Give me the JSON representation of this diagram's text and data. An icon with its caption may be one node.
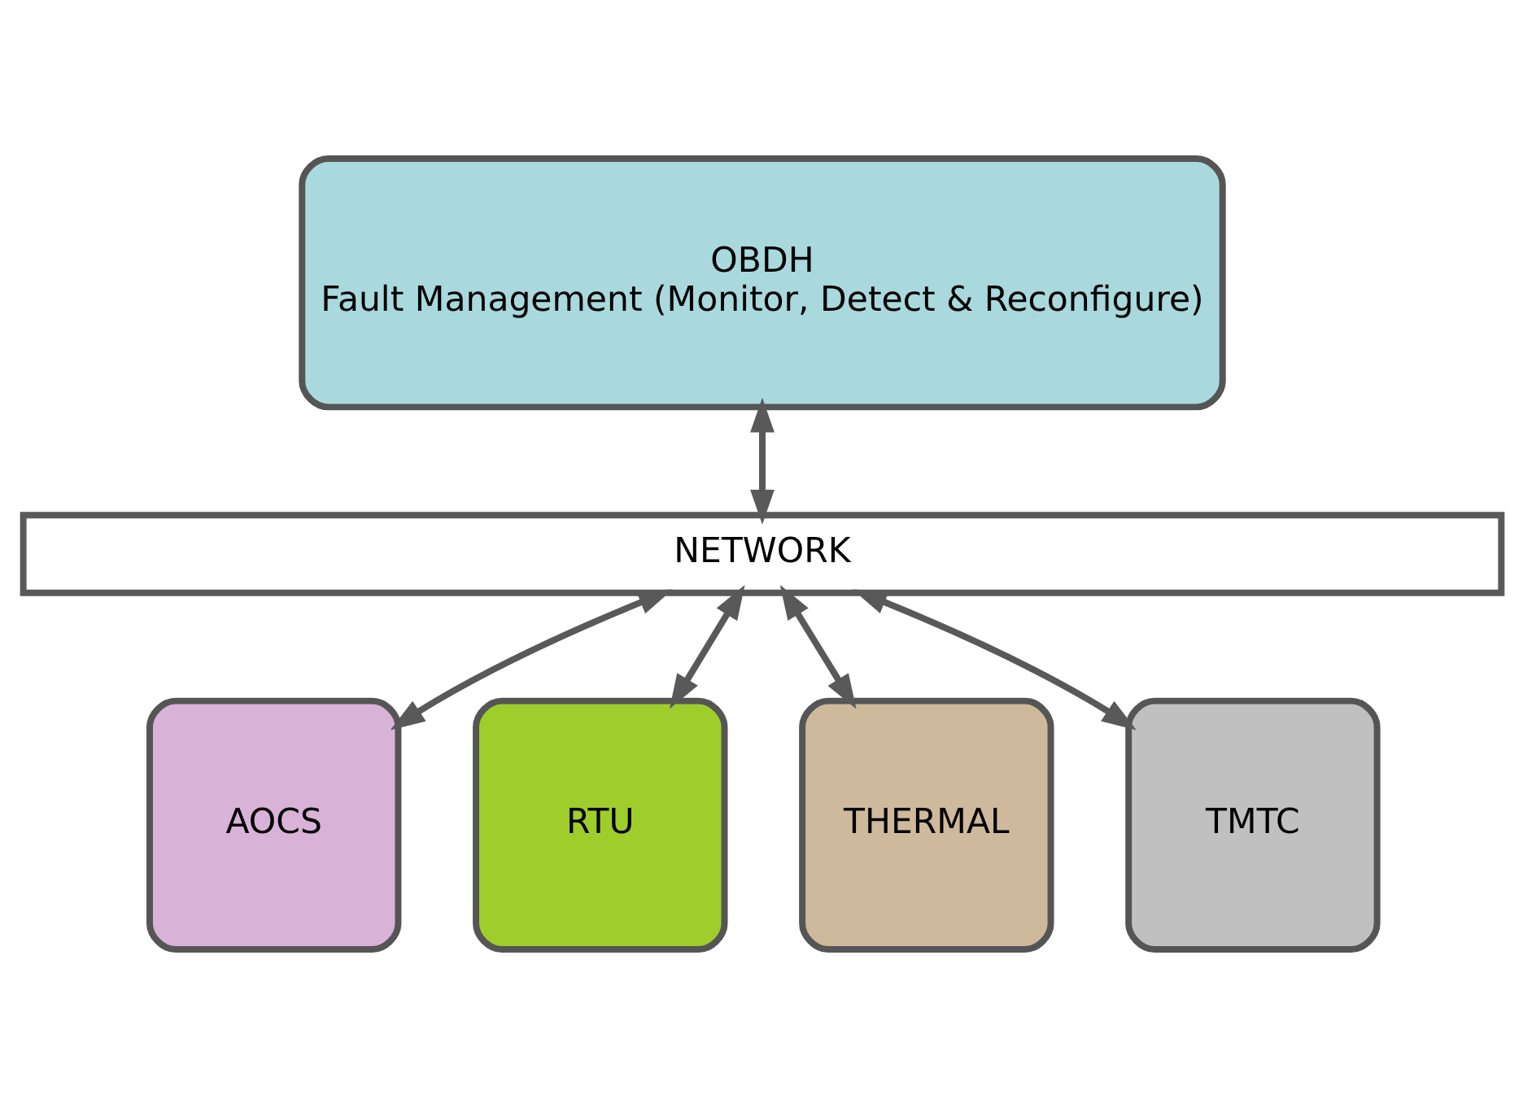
{
  "diagram": {
    "nodes": [
      {
        "text": [
          "OBDH",
          "Fault Management (Monitor, Detect & Reconfigure)"
        ]
      },
      {
        "text": [
          "NETWORK"
        ]
      },
      {
        "text": [
          "AOCS"
        ]
      },
      {
        "text": [
          "RTU"
        ]
      },
      {
        "text": [
          "THERMAL"
        ]
      },
      {
        "text": [
          "TMTC"
        ]
      }
    ],
    "edges": [
      {
        "from": 0,
        "to": 1,
        "arrow": "both"
      },
      {
        "from": 1,
        "to": 2,
        "arrow": "both"
      },
      {
        "from": 1,
        "to": 3,
        "arrow": "both"
      },
      {
        "from": 1,
        "to": 4,
        "arrow": "both"
      },
      {
        "from": 1,
        "to": 5,
        "arrow": "both"
      }
    ]
  }
}
